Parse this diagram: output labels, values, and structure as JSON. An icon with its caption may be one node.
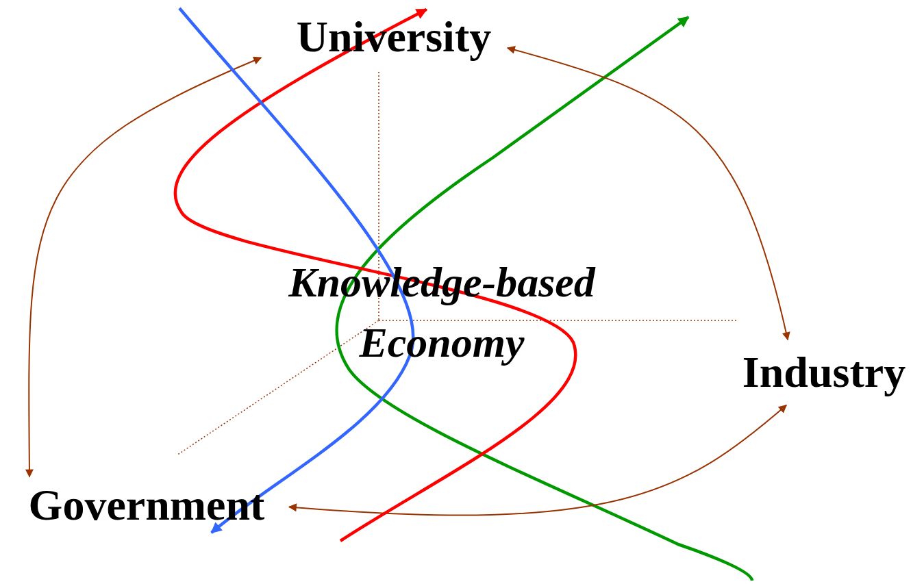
{
  "diagram": {
    "nodes": [
      {
        "text": [
          "University"
        ]
      },
      {
        "text": [
          "Industry"
        ]
      },
      {
        "text": [
          "Government"
        ]
      },
      {
        "text": [
          "Knowledge-based Economy"
        ]
      }
    ],
    "edges": [
      {
        "from": 0,
        "to": 1,
        "arrow": "both"
      },
      {
        "from": 0,
        "to": 2,
        "arrow": "both"
      },
      {
        "from": 1,
        "to": 2,
        "arrow": "both"
      },
      {
        "from": null,
        "to": 0,
        "arrow": "to",
        "style": "thick",
        "color": "#ff0000"
      },
      {
        "from": null,
        "to": 2,
        "arrow": "to",
        "style": "thick",
        "color": "#3366ff"
      }
    ]
  }
}
